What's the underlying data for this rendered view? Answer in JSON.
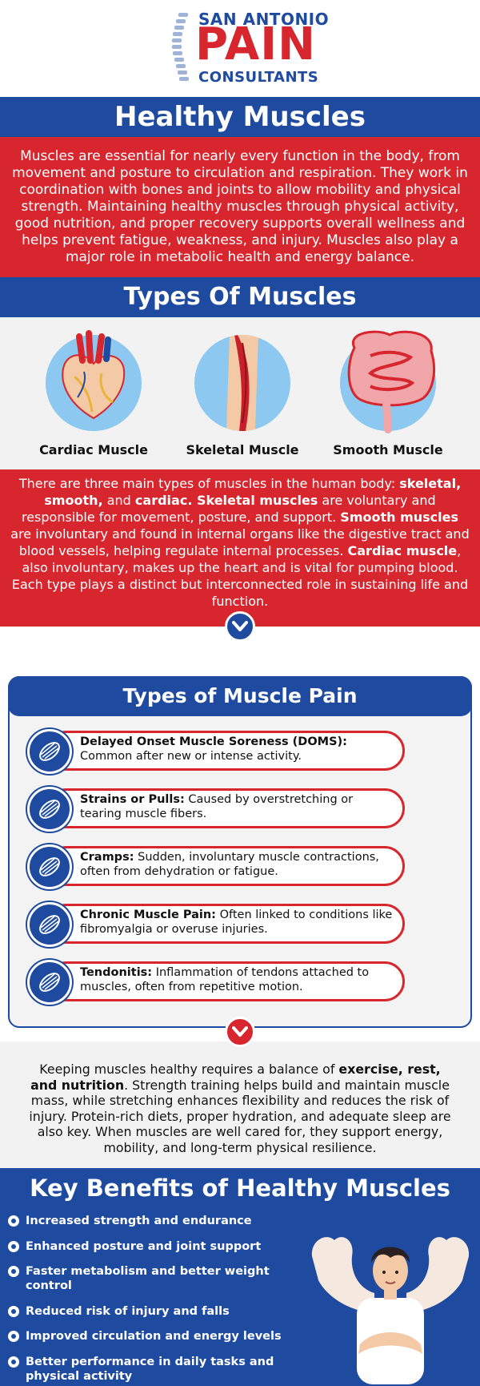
{
  "logo": {
    "top": "SAN ANTONIO",
    "main": "PAIN",
    "bottom": "CONSULTANTS"
  },
  "title": "Healthy Muscles",
  "intro": "Muscles are essential for nearly every function in the body, from movement and posture to circulation and respiration. They work in coordination with bones and joints to allow mobility and physical strength. Maintaining healthy muscles through physical activity, good nutrition, and proper recovery supports overall wellness and helps prevent fatigue, weakness, and injury. Muscles also play a major role in metabolic health and energy balance.",
  "types_title": "Types Of Muscles",
  "types": [
    {
      "label": "Cardiac Muscle",
      "icon": "heart-icon"
    },
    {
      "label": "Skeletal Muscle",
      "icon": "skeletal-muscle-icon"
    },
    {
      "label": "Smooth Muscle",
      "icon": "intestine-icon"
    }
  ],
  "types_desc": {
    "p1": "There are three main types of muscles in the human body: ",
    "b1": "skeletal, smooth,",
    "p2": " and ",
    "b2": "cardiac. Skeletal muscles",
    "p3": " are voluntary and responsible for movement, posture, and support. ",
    "b3": "Smooth muscles",
    "p4": " are involuntary and found in internal organs like the digestive tract and blood vessels, helping regulate internal processes. ",
    "b4": "Cardiac muscle",
    "p5": ", also involuntary, makes up the heart and is vital for pumping blood. Each type plays a distinct but interconnected role in sustaining life and function."
  },
  "pain_title": "Types of Muscle Pain",
  "pain_items": [
    {
      "term": "Delayed Onset Muscle Soreness (DOMS):",
      "desc": " Common after new or intense activity."
    },
    {
      "term": "Strains or Pulls:",
      "desc": " Caused by overstretching or tearing muscle fibers."
    },
    {
      "term": "Cramps:",
      "desc": " Sudden, involuntary muscle contractions, often from dehydration or fatigue."
    },
    {
      "term": "Chronic Muscle Pain:",
      "desc": " Often linked to conditions like fibromyalgia or overuse injuries."
    },
    {
      "term": "Tendonitis:",
      "desc": " Inflammation of tendons attached to muscles, often from repetitive motion."
    }
  ],
  "care": {
    "p1": "Keeping muscles healthy requires a balance of ",
    "b1": "exercise, rest, and nutrition",
    "p2": ". Strength training helps build and maintain muscle mass, while stretching enhances flexibility and reduces the risk of injury. Protein-rich diets, proper hydration, and adequate sleep are also key. When muscles are well cared for, they support energy, mobility, and long-term physical resilience."
  },
  "benefits_title": "Key Benefits of Healthy Muscles",
  "benefits": [
    "Increased strength and endurance",
    "Enhanced posture and joint support",
    "Faster metabolism and better weight control",
    "Reduced risk of injury and falls",
    "Improved circulation and energy levels",
    "Better performance in daily tasks and physical activity"
  ],
  "colors": {
    "blue": "#1e4aa0",
    "red": "#d8262e",
    "light": "#f2f2f2",
    "sky": "#8cc8ef"
  }
}
